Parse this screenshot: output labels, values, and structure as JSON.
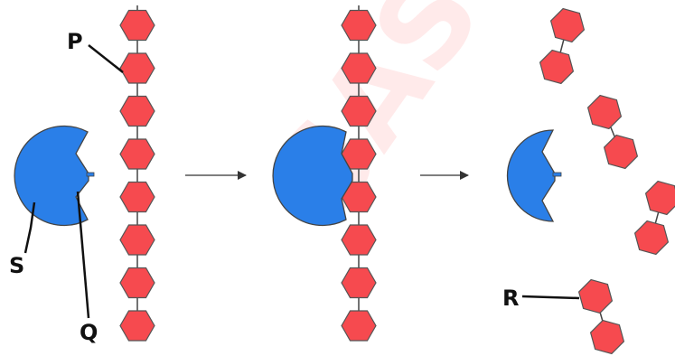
{
  "labels": {
    "P": "P",
    "Q": "Q",
    "R": "R",
    "S": "S"
  },
  "watermark": "SAST",
  "colors": {
    "monomer": "#f64a4f",
    "enzyme": "#2a7fe8",
    "outline": "#555555"
  },
  "stages": [
    {
      "name": "enzyme-approaches-chain",
      "monomers": 8
    },
    {
      "name": "enzyme-bound-to-chain",
      "monomers": 8
    },
    {
      "name": "chain-broken-into-dimers",
      "dimers": 4
    }
  ]
}
